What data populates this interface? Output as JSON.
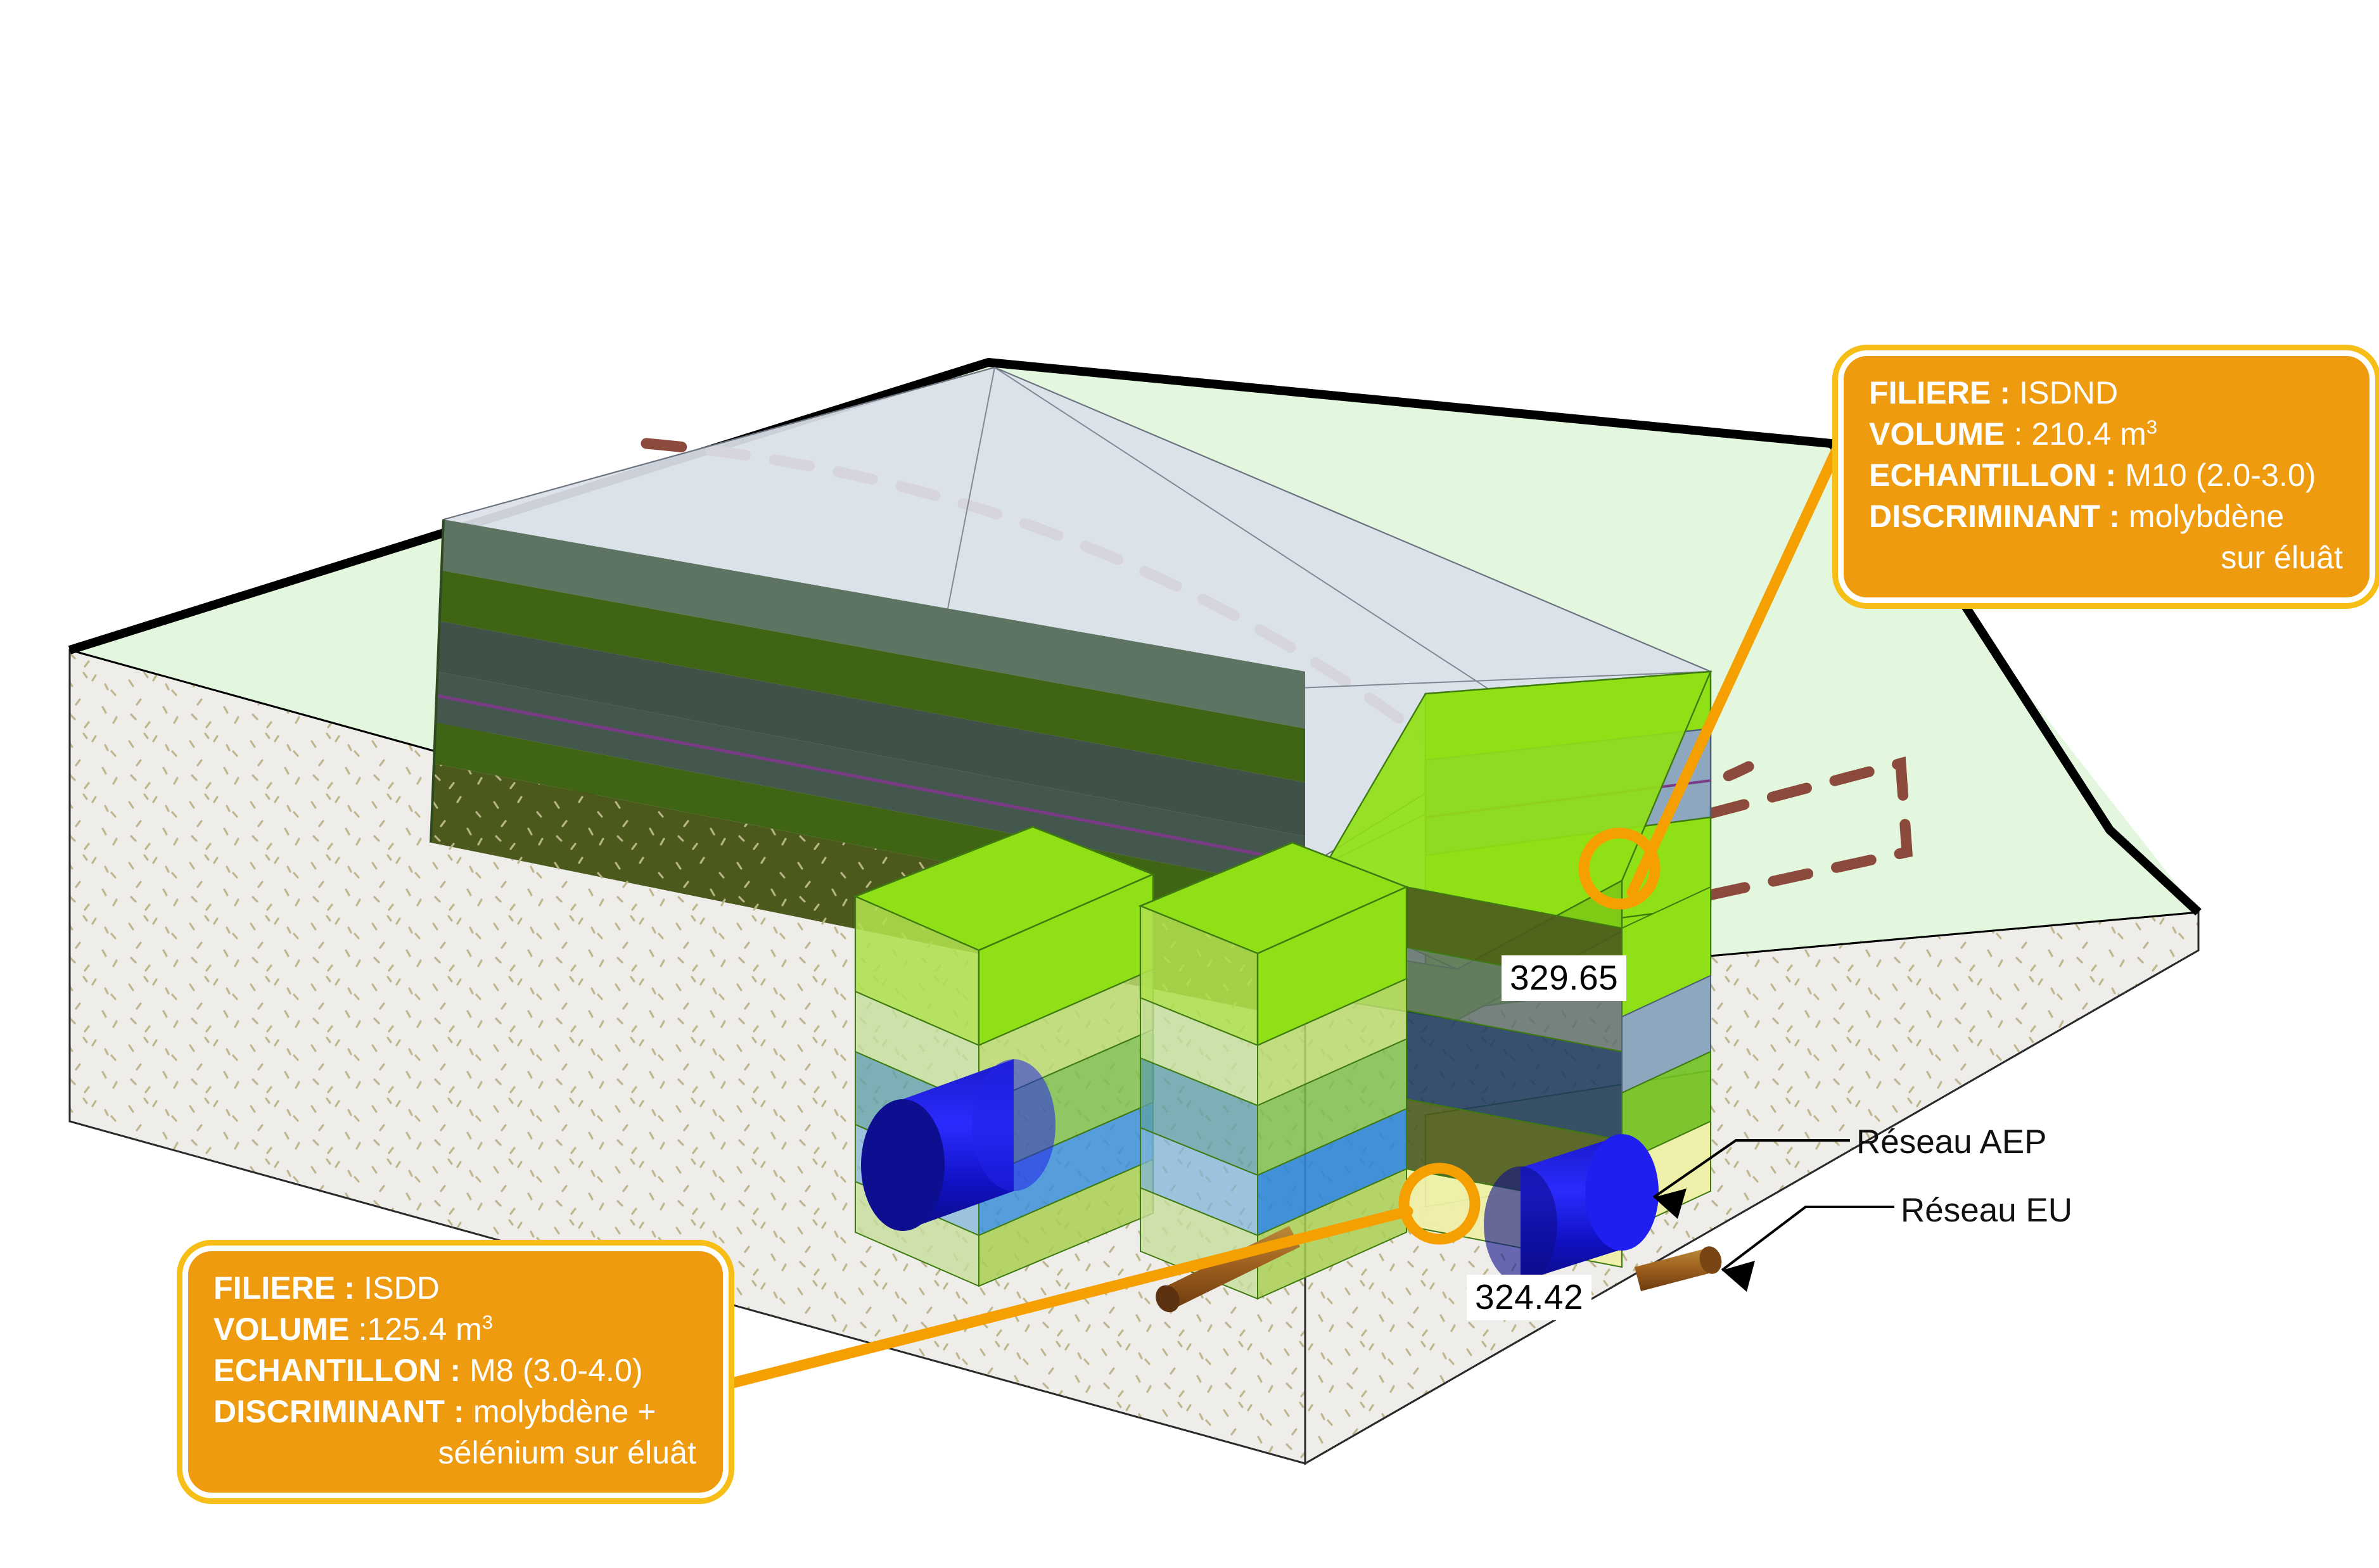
{
  "diagram": {
    "type": "3d-geological-block-model",
    "background_color": "#FFFFFF"
  },
  "callouts": [
    {
      "id": "isdnd",
      "position": "top-right",
      "fill_color": "#EF9B0F",
      "ring_color": "#F6BE17",
      "text_color": "#FFFFFF",
      "rows": [
        {
          "label": "FILIERE :",
          "value": "ISDND"
        },
        {
          "label": "VOLUME",
          "value": ": 210.4 m",
          "sup": "3"
        },
        {
          "label": "ECHANTILLON :",
          "value": "M10 (2.0-3.0)"
        },
        {
          "label": "DISCRIMINANT :",
          "value": "molybdène"
        }
      ],
      "continuation": "sur éluât"
    },
    {
      "id": "isdd",
      "position": "bottom-left",
      "fill_color": "#EF9B0F",
      "ring_color": "#F6BE17",
      "text_color": "#FFFFFF",
      "rows": [
        {
          "label": "FILIERE :",
          "value": "ISDD"
        },
        {
          "label": "VOLUME",
          "value": ":125.4 m",
          "sup": "3"
        },
        {
          "label": "ECHANTILLON :",
          "value": "M8 (3.0-4.0)"
        },
        {
          "label": "DISCRIMINANT :",
          "value": "molybdène +"
        }
      ],
      "continuation": "sélénium sur éluât"
    }
  ],
  "network_labels": [
    {
      "id": "aep",
      "text": "Réseau AEP"
    },
    {
      "id": "eu",
      "text": "Réseau EU"
    }
  ],
  "elevations": [
    {
      "id": "high",
      "value": "329.65"
    },
    {
      "id": "low",
      "value": "324.42"
    }
  ],
  "colors": {
    "accent_orange": "#F5A000",
    "callout_fill": "#EF9B0F",
    "callout_ring": "#F6BE17",
    "ground_plane": "#E2F7DD",
    "soil_block": "#EEEDE9",
    "mesh_surface": "#DCE0E9",
    "bright_green": "#8FE016",
    "steel_blue": "#8DA7BE",
    "pipe_blue": "#1414D8",
    "pipe_brown": "#9A5A1E",
    "boundary_dash": "#8C4A3C",
    "outline_black": "#000000",
    "pale_yellow": "#EEEFA8"
  },
  "chart_data": {
    "type": "diagram",
    "title": "",
    "strata_left_face": [
      {
        "name": "layer-1",
        "color": "#5E7463"
      },
      {
        "name": "layer-2",
        "color": "#3F6413"
      },
      {
        "name": "layer-3",
        "color": "#405248"
      },
      {
        "name": "layer-4",
        "color": "#44574C"
      },
      {
        "name": "layer-5",
        "color": "#3F6413"
      },
      {
        "name": "layer-6",
        "color": "#4B5A1C"
      }
    ],
    "strata_end_face": [
      {
        "name": "green-upper",
        "color": "#8FE016"
      },
      {
        "name": "steel-blue",
        "color": "#8DA7BE"
      },
      {
        "name": "green-lower",
        "color": "#7DCB15"
      },
      {
        "name": "pale-yellow",
        "color": "#EEEFA8"
      }
    ]
  }
}
